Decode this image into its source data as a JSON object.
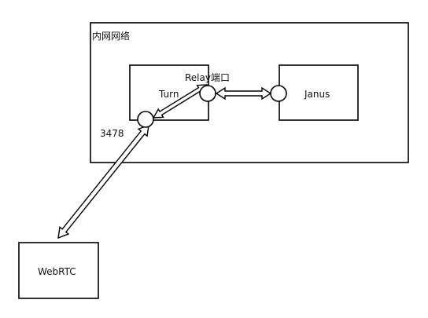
{
  "diagram": {
    "intranet_label": "内网网络",
    "turn_label": "Turn",
    "janus_label": "Janus",
    "relay_port_label": "Relay端口",
    "port_label": "3478",
    "webrtc_label": "WebRTC"
  }
}
